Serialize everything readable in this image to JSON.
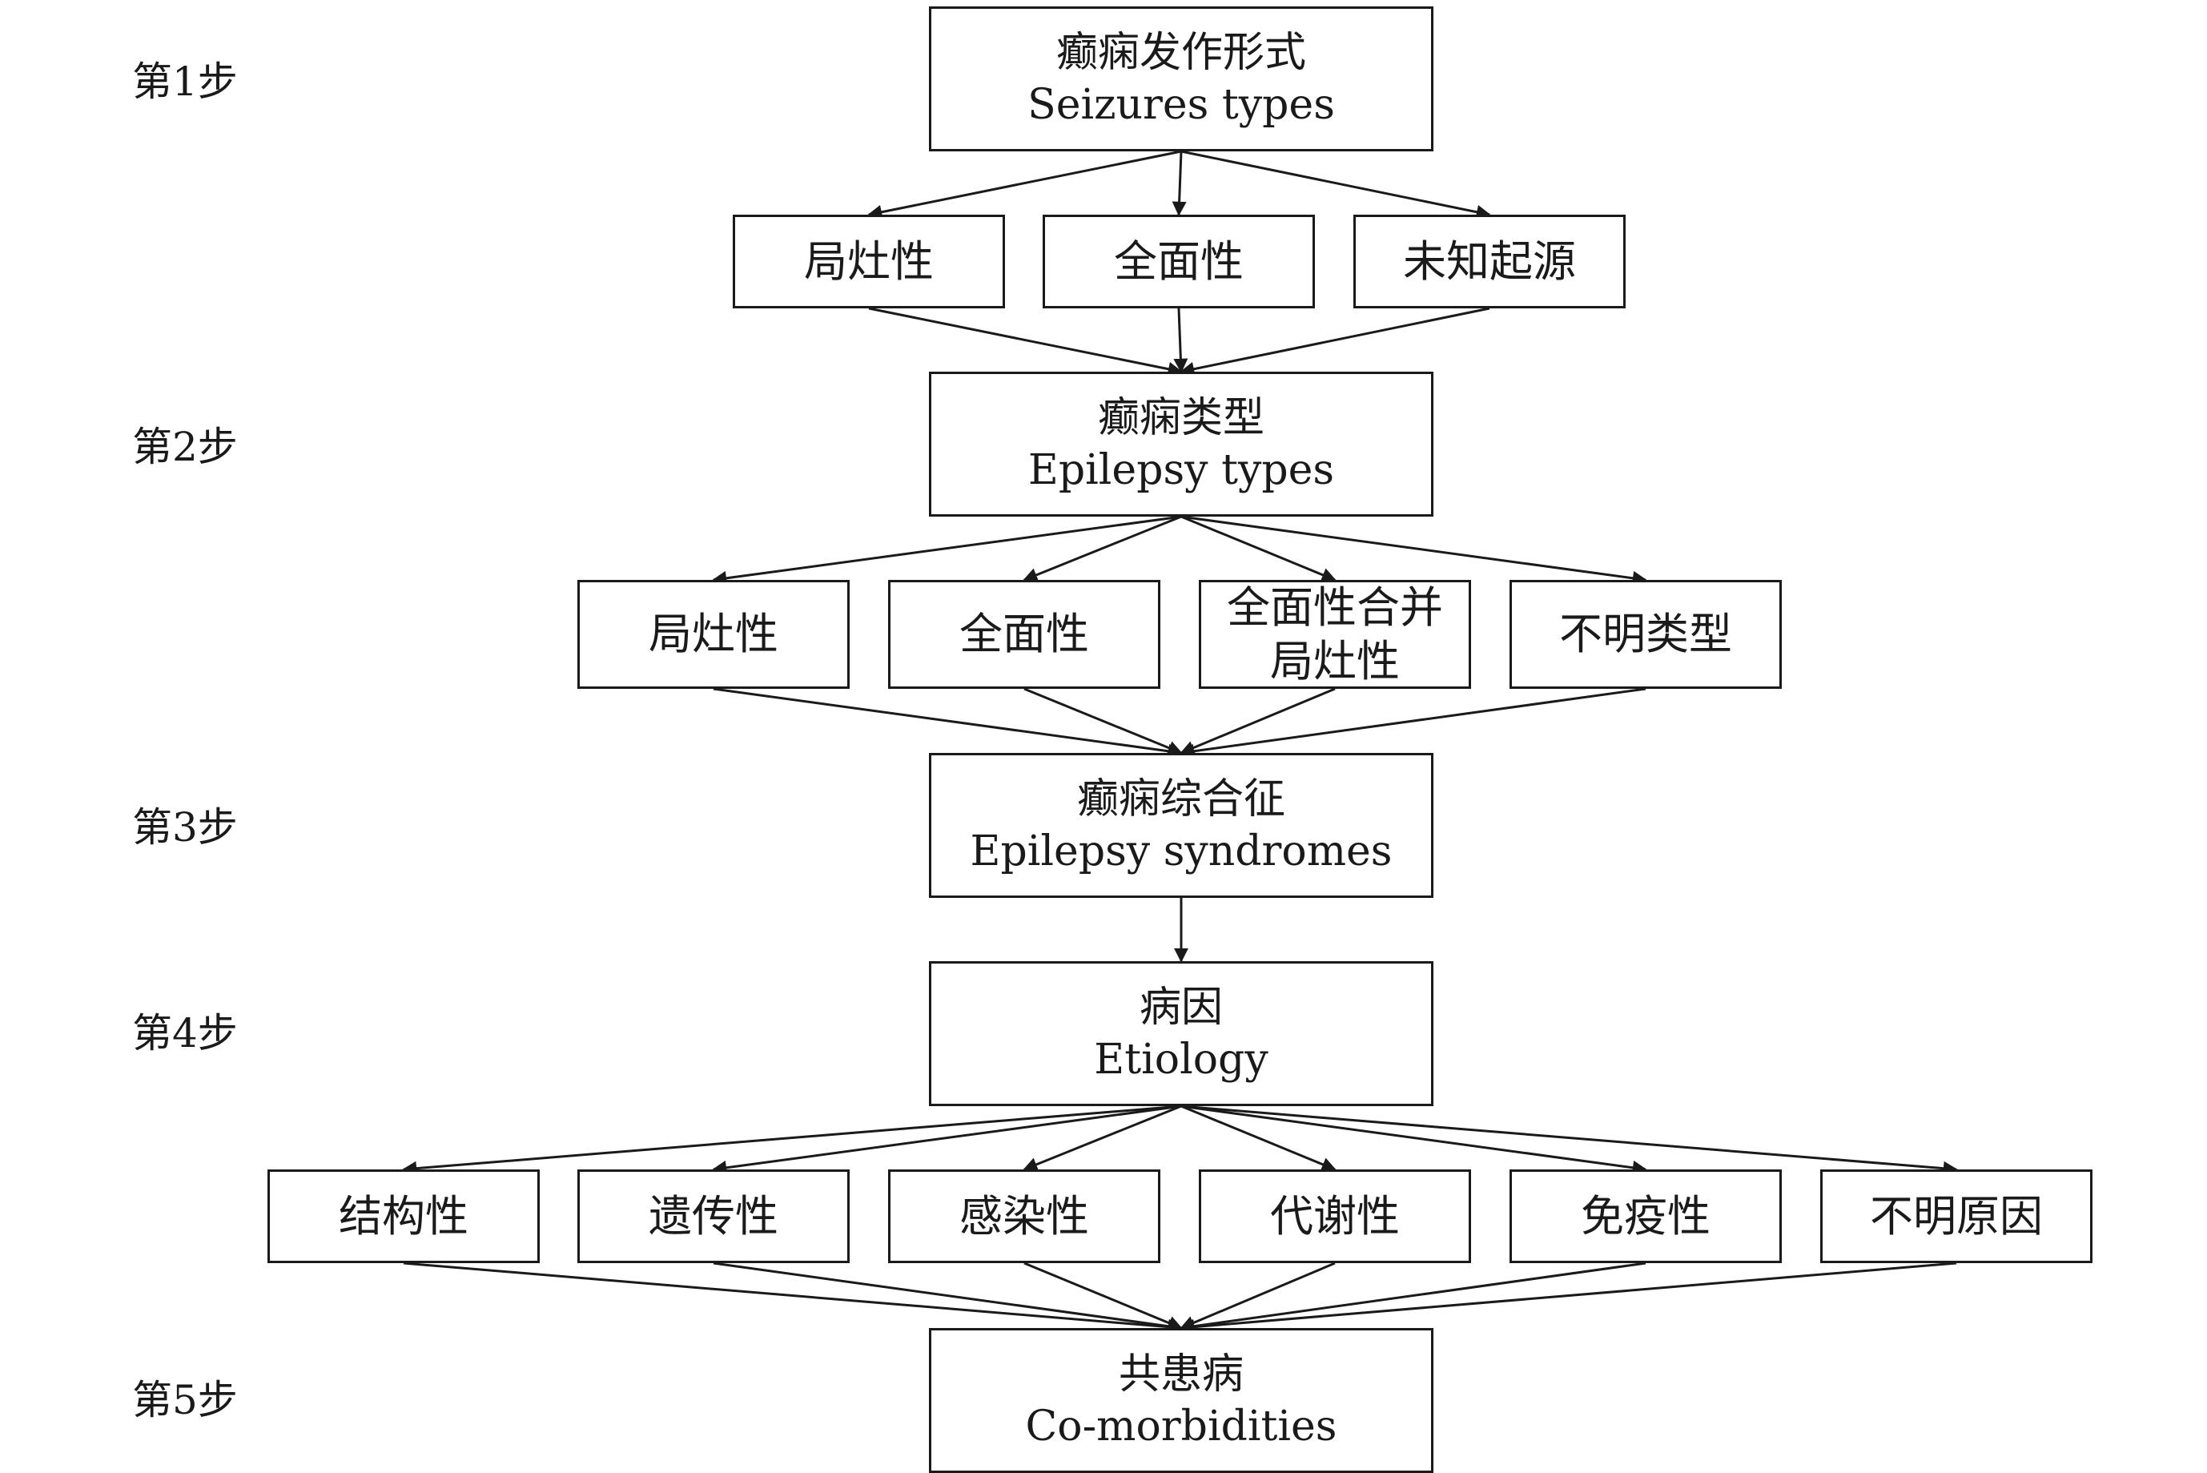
{
  "steps": [
    "第1步",
    "第2步",
    "第3步",
    "第4步",
    "第5步"
  ],
  "main": {
    "seizure_types": {
      "zh": "癫痫发作形式",
      "en": "Seizures types"
    },
    "epilepsy_types": {
      "zh": "癫痫类型",
      "en": "Epilepsy types"
    },
    "epilepsy_syndromes": {
      "zh": "癫痫综合征",
      "en": "Epilepsy syndromes"
    },
    "etiology": {
      "zh": "病因",
      "en": "Etiology"
    },
    "comorbidities": {
      "zh": "共患病",
      "en": "Co-morbidities"
    }
  },
  "seizure_onset": [
    "局灶性",
    "全面性",
    "未知起源"
  ],
  "epilepsy_type_options": [
    "局灶性",
    "全面性",
    "全面性合并",
    "局灶性",
    "不明类型"
  ],
  "etiology_options": [
    "结构性",
    "遗传性",
    "感染性",
    "代谢性",
    "免疫性",
    "不明原因"
  ],
  "colors": {
    "stroke": "#1a1a1a",
    "background": "#ffffff"
  }
}
